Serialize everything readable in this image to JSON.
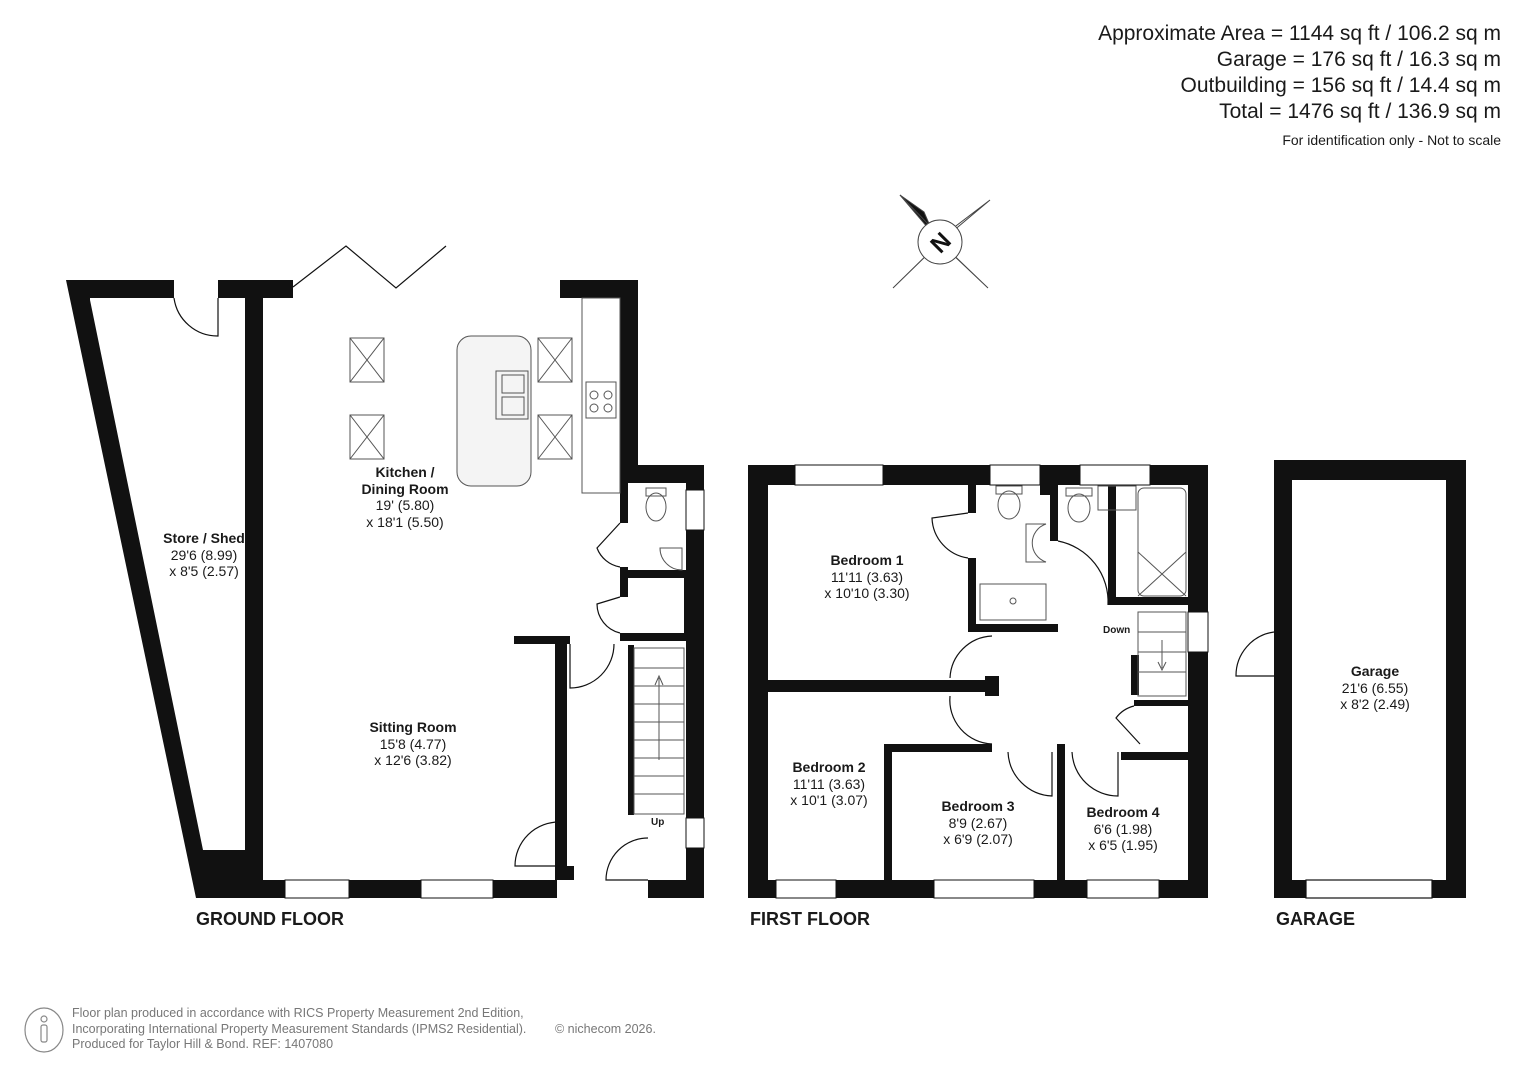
{
  "areas": {
    "approximate": "Approximate Area = 1144 sq ft / 106.2 sq m",
    "garage": "Garage = 176 sq ft / 16.3 sq m",
    "outbuilding": "Outbuilding = 156 sq ft / 14.4 sq m",
    "total": "Total = 1476 sq ft / 136.9 sq m",
    "note": "For identification only - Not to scale"
  },
  "compass": {
    "label": "N",
    "icon": "compass-rose-icon"
  },
  "floors": {
    "ground": "GROUND FLOOR",
    "first": "FIRST FLOOR",
    "garage": "GARAGE"
  },
  "rooms": {
    "store": {
      "name": "Store / Shed",
      "dim1": "29'6 (8.99)",
      "dim2": "x 8'5 (2.57)"
    },
    "kitchen": {
      "name1": "Kitchen /",
      "name2": "Dining Room",
      "dim1": "19' (5.80)",
      "dim2": "x 18'1 (5.50)"
    },
    "sitting": {
      "name": "Sitting Room",
      "dim1": "15'8 (4.77)",
      "dim2": "x 12'6 (3.82)"
    },
    "bedroom1": {
      "name": "Bedroom 1",
      "dim1": "11'11 (3.63)",
      "dim2": "x 10'10 (3.30)"
    },
    "bedroom2": {
      "name": "Bedroom 2",
      "dim1": "11'11 (3.63)",
      "dim2": "x 10'1 (3.07)"
    },
    "bedroom3": {
      "name": "Bedroom 3",
      "dim1": "8'9 (2.67)",
      "dim2": "x 6'9 (2.07)"
    },
    "bedroom4": {
      "name": "Bedroom 4",
      "dim1": "6'6 (1.98)",
      "dim2": "x 6'5 (1.95)"
    },
    "garage": {
      "name": "Garage",
      "dim1": "21'6 (6.55)",
      "dim2": "x 8'2 (2.49)"
    }
  },
  "stairs": {
    "up": "Up",
    "down": "Down"
  },
  "footer": {
    "line1": "Floor plan produced in accordance with RICS Property Measurement 2nd Edition,",
    "line2": "Incorporating International Property Measurement Standards (IPMS2 Residential).",
    "line3": "Produced for Taylor Hill & Bond.   REF: 1407080",
    "copyright": "© nichecom 2026."
  },
  "colors": {
    "wall": "#111111",
    "fixture": "#555555",
    "island": "#f4f4f4",
    "footer_text": "#777777"
  }
}
